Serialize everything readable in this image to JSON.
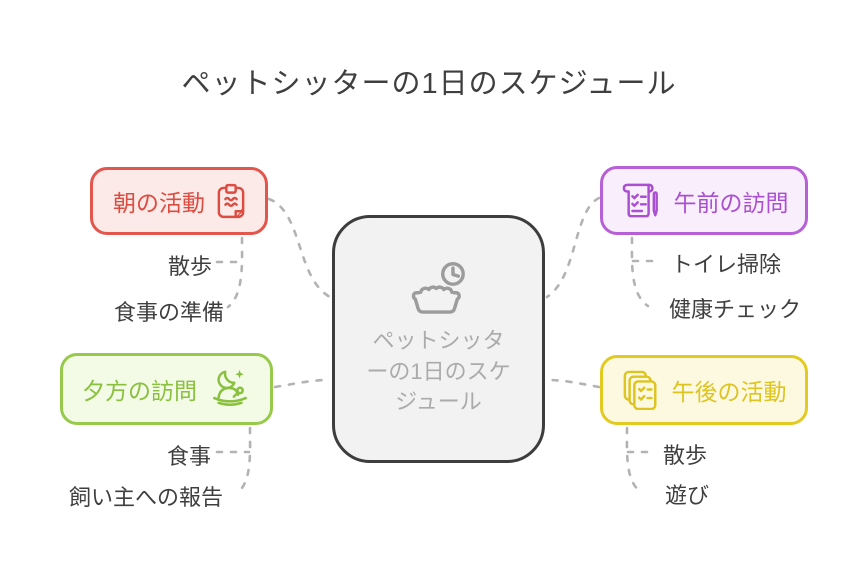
{
  "title": "ペットシッターの1日のスケジュール",
  "center": {
    "label": "ペットシッターの1日のスケジュール",
    "icon": "pet-bowl-clock-icon",
    "border_color": "#3d3d3d",
    "background": "#f2f2f2",
    "text_color": "#ababab"
  },
  "branches": [
    {
      "label": "朝の活動",
      "icon": "clipboard-icon",
      "border_color": "#e2564d",
      "background": "#fceae8",
      "text_color": "#dc4c41",
      "children": [
        "散歩",
        "食事の準備"
      ]
    },
    {
      "label": "午前の訪問",
      "icon": "notepad-pen-icon",
      "border_color": "#b65fd6",
      "background": "#f8eefc",
      "text_color": "#ab4fd1",
      "children": [
        "トイレ掃除",
        "健康チェック"
      ]
    },
    {
      "label": "夕方の訪問",
      "icon": "night-dinner-icon",
      "border_color": "#97c94b",
      "background": "#f3fae6",
      "text_color": "#89c03e",
      "children": [
        "食事",
        "飼い主への報告"
      ]
    },
    {
      "label": "午後の活動",
      "icon": "stacked-checklist-icon",
      "border_color": "#e2ca20",
      "background": "#fdf9e0",
      "text_color": "#ddc421",
      "children": [
        "散歩",
        "遊び"
      ]
    }
  ],
  "colors": {
    "connector": "#b3b3b3",
    "label_text": "#3f3f3f",
    "title_text": "#3f3f3f"
  }
}
